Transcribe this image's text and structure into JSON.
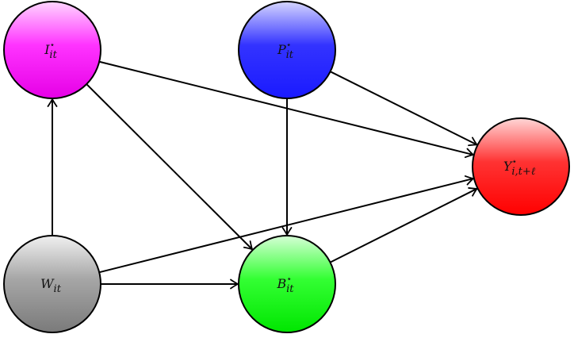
{
  "nodes": [
    {
      "id": "I",
      "base": "I",
      "sub": "it",
      "star": "⋆",
      "color": "#ff33ff",
      "color_light": "#ffd6ff",
      "color_dark": "#e600e6"
    },
    {
      "id": "P",
      "base": "P",
      "sub": "it",
      "star": "⋆",
      "color": "#3333ff",
      "color_light": "#d6d6ff",
      "color_dark": "#1a1aff"
    },
    {
      "id": "Y",
      "base": "Y",
      "sub": "i,t+ℓ",
      "star": "⋆",
      "color": "#ff3333",
      "color_light": "#ffd6d6",
      "color_dark": "#ff0000"
    },
    {
      "id": "W",
      "base": "W",
      "sub": "it",
      "star": "",
      "color": "#a6a6a6",
      "color_light": "#f0f0f0",
      "color_dark": "#7a7a7a"
    },
    {
      "id": "B",
      "base": "B",
      "sub": "it",
      "star": "⋆",
      "color": "#33ff33",
      "color_light": "#d6ffd6",
      "color_dark": "#00e600"
    }
  ],
  "edges": [
    {
      "from": "W",
      "to": "I"
    },
    {
      "from": "I",
      "to": "Y"
    },
    {
      "from": "I",
      "to": "B"
    },
    {
      "from": "P",
      "to": "Y"
    },
    {
      "from": "P",
      "to": "B"
    },
    {
      "from": "W",
      "to": "Y"
    },
    {
      "from": "W",
      "to": "B"
    },
    {
      "from": "B",
      "to": "Y"
    }
  ]
}
